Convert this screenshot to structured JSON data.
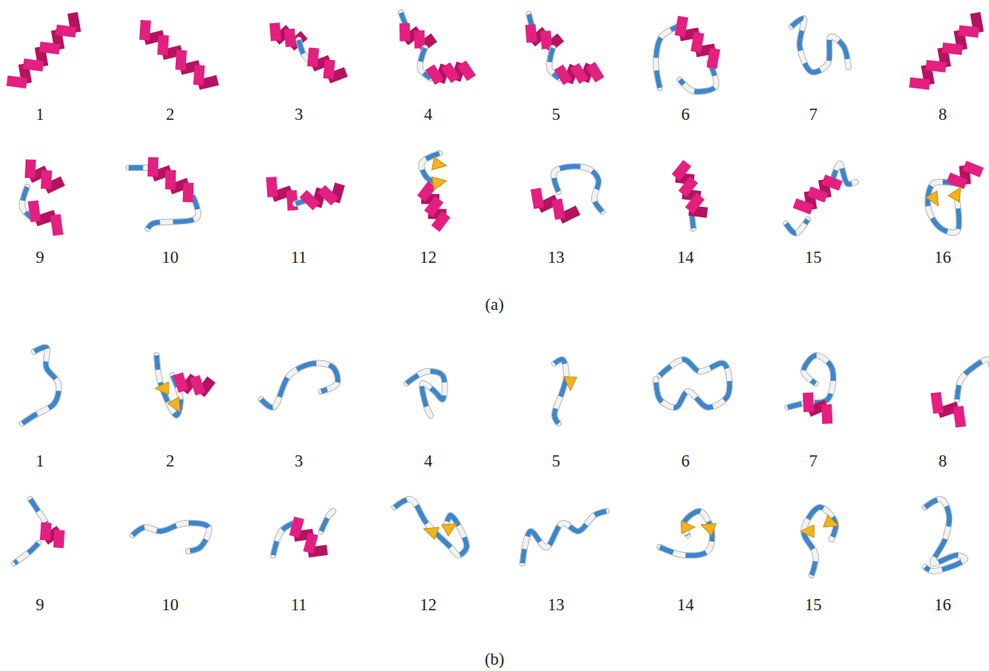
{
  "diagram": {
    "labels": [
      "1",
      "2",
      "3",
      "4",
      "5",
      "6",
      "7",
      "8",
      "9",
      "10",
      "11",
      "12",
      "13",
      "14",
      "15",
      "16",
      "(a)",
      "1",
      "2",
      "3",
      "4",
      "5",
      "6",
      "7",
      "8",
      "9",
      "10",
      "11",
      "12",
      "13",
      "14",
      "15",
      "16",
      "(b)"
    ]
  }
}
